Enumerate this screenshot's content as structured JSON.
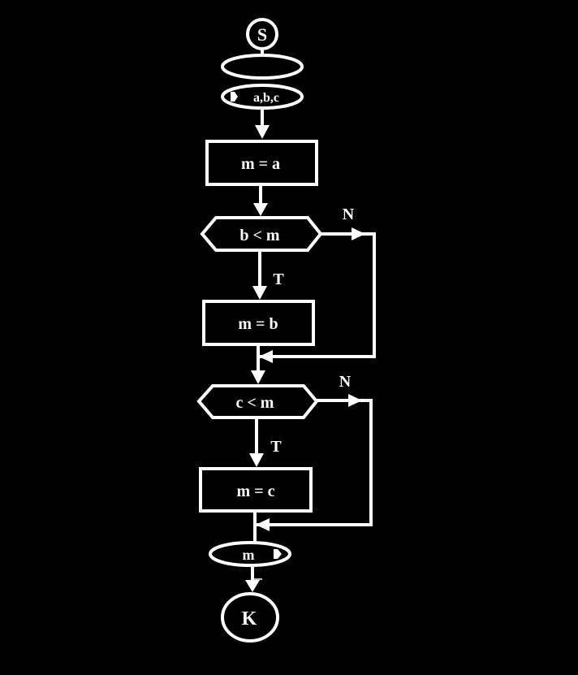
{
  "flowchart": {
    "start": "S",
    "input": "a,b,c",
    "assign1": "m = a",
    "cond1": "b < m",
    "cond1_no": "N",
    "cond1_yes": "T",
    "assign2": "m = b",
    "cond2": "c < m",
    "cond2_no": "N",
    "cond2_yes": "T",
    "assign3": "m = c",
    "output": "m",
    "end": "K"
  },
  "colors": {
    "background": "#000000",
    "foreground": "#ffffff"
  }
}
